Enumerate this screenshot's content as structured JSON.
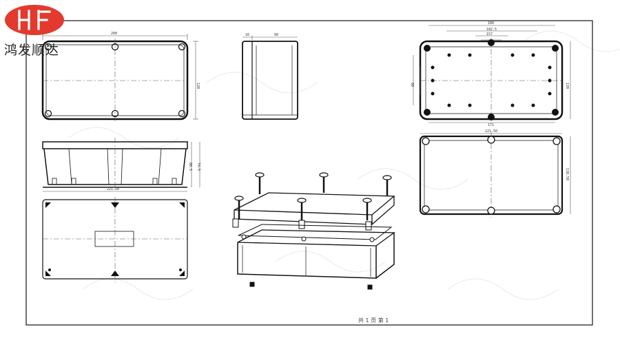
{
  "brand": {
    "logo_text": "HF",
    "company_name": "鸿发顺达",
    "logo_color": "#e23a2e"
  },
  "drawing": {
    "line_color": "#111111",
    "dim_color": "#555555",
    "watermark_color": "#e8eef6"
  },
  "dimensions": {
    "top_view_width": "200",
    "top_view_height": "120",
    "side_view_depth": "90",
    "side_view_lid": "16",
    "front_view_width": "221.50",
    "front_view_h1": "80.5",
    "front_view_h2": "74.5",
    "lid_inner_width": "182.5",
    "lid_inner_width2": "157",
    "lid_outer_width": "180",
    "lid_height": "120",
    "lid_side": "80",
    "lid_bottom_width": "171",
    "base_width": "221.50",
    "base_height": "130.50"
  },
  "footer": {
    "page_text": "共 1 页  第 1"
  }
}
